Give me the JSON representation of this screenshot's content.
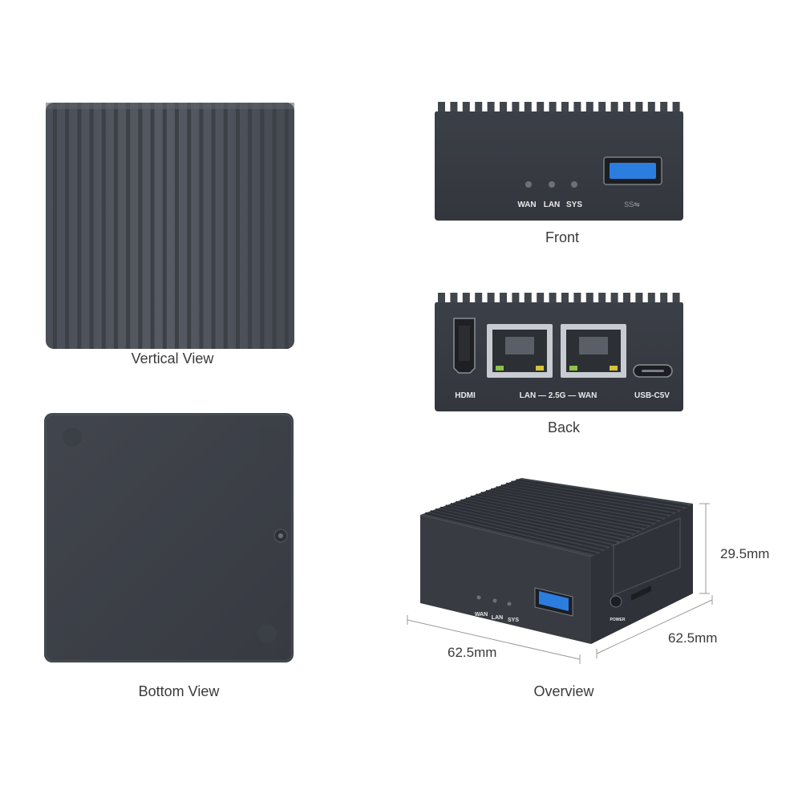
{
  "captions": {
    "vertical_view": "Vertical View",
    "bottom_view": "Bottom View",
    "front": "Front",
    "back": "Back",
    "overview": "Overview"
  },
  "front_labels": {
    "wan": "WAN",
    "lan": "LAN",
    "sys": "SYS"
  },
  "back_labels": {
    "hdmi": "HDMI",
    "lan_speed": "LAN — 2.5G — WAN",
    "usbc": "USB-C5V"
  },
  "overview_labels": {
    "wan": "WAN",
    "lan": "LAN",
    "sys": "SYS",
    "power": "POWER"
  },
  "dimensions": {
    "height": "29.5mm",
    "depth": "62.5mm",
    "width": "62.5mm"
  },
  "colors": {
    "body": "#3a3e45",
    "body_dark": "#2c2f35",
    "usb_blue": "#2b7de0",
    "background": "#ffffff"
  }
}
